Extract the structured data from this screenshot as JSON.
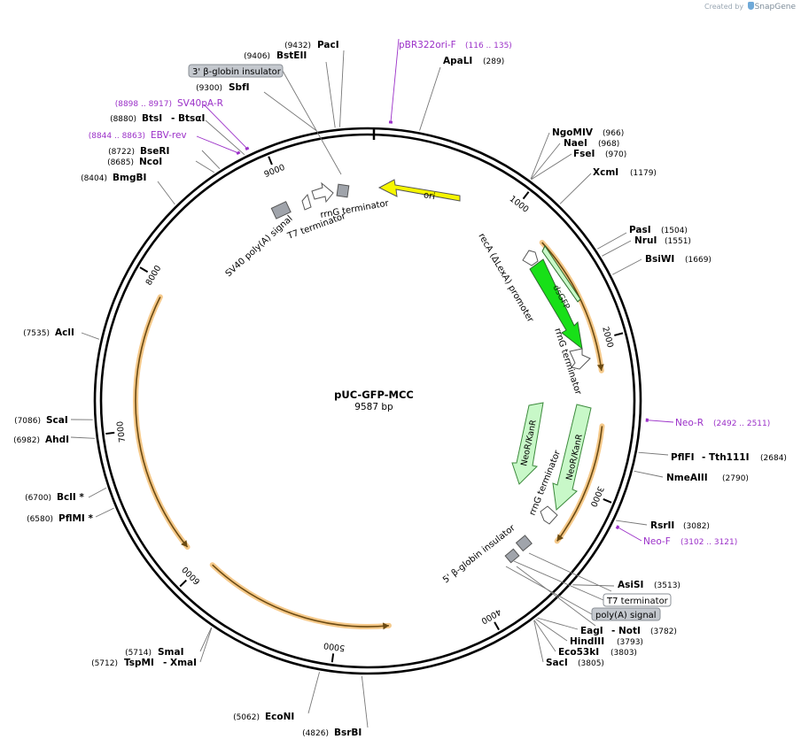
{
  "credit": {
    "prefix": "Created by",
    "brand": "SnapGene"
  },
  "plasmid": {
    "name": "pUC-GFP-MCC",
    "size_label": "9587 bp",
    "length": 9587
  },
  "colors": {
    "enzyme": "#000000",
    "primer": "#9b30c8",
    "ori": "#f6f600",
    "gfp": "#18e018",
    "neo": "#c8f8c8",
    "promoter": "#ffffff",
    "misc": "#a0a4ab",
    "orf": "#f0a020"
  },
  "ticks": [
    1000,
    2000,
    3000,
    4000,
    5000,
    6000,
    7000,
    8000,
    9000
  ],
  "enzymes": [
    {
      "pos": 9432,
      "name": "PacI",
      "coord": "(9432)"
    },
    {
      "pos": 9406,
      "name": "BstEII",
      "coord": "(9406)"
    },
    {
      "pos": 9300,
      "name": "SbfI",
      "coord": "(9300)"
    },
    {
      "pos": 8880,
      "name": "BtsI",
      "extra": "- BtsαI",
      "coord": "(8880)"
    },
    {
      "pos": 8722,
      "name": "BseRI",
      "coord": "(8722)"
    },
    {
      "pos": 8685,
      "name": "NcoI",
      "coord": "(8685)"
    },
    {
      "pos": 8404,
      "name": "BmgBI",
      "coord": "(8404)"
    },
    {
      "pos": 7535,
      "name": "AclI",
      "coord": "(7535)"
    },
    {
      "pos": 7086,
      "name": "ScaI",
      "coord": "(7086)"
    },
    {
      "pos": 6982,
      "name": "AhdI",
      "coord": "(6982)"
    },
    {
      "pos": 6700,
      "name": "BclI *",
      "coord": "(6700)"
    },
    {
      "pos": 6580,
      "name": "PflMI *",
      "coord": "(6580)"
    },
    {
      "pos": 5714,
      "name": "SmaI",
      "coord": "(5714)"
    },
    {
      "pos": 5712,
      "name": "TspMI",
      "extra": "- XmaI",
      "coord": "(5712)"
    },
    {
      "pos": 5062,
      "name": "EcoNI",
      "coord": "(5062)"
    },
    {
      "pos": 4826,
      "name": "BsrBI",
      "coord": "(4826)"
    },
    {
      "pos": 289,
      "name": "ApaLI",
      "coord": "(289)"
    },
    {
      "pos": 966,
      "name": "NgoMIV",
      "coord": "(966)"
    },
    {
      "pos": 968,
      "name": "NaeI",
      "coord": "(968)"
    },
    {
      "pos": 970,
      "name": "FseI",
      "coord": "(970)"
    },
    {
      "pos": 1179,
      "name": "XcmI",
      "coord": "(1179)"
    },
    {
      "pos": 1504,
      "name": "PasI",
      "coord": "(1504)"
    },
    {
      "pos": 1551,
      "name": "NruI",
      "coord": "(1551)"
    },
    {
      "pos": 1669,
      "name": "BsiWI",
      "coord": "(1669)"
    },
    {
      "pos": 2684,
      "name": "PflFI",
      "extra": "- Tth111I",
      "coord": "(2684)"
    },
    {
      "pos": 2790,
      "name": "NmeAIII",
      "coord": "(2790)"
    },
    {
      "pos": 3082,
      "name": "RsrII",
      "coord": "(3082)"
    },
    {
      "pos": 3513,
      "name": "AsiSI",
      "coord": "(3513)"
    },
    {
      "pos": 3782,
      "name": "EagI",
      "extra": "- NotI",
      "coord": "(3782)"
    },
    {
      "pos": 3793,
      "name": "HindIII",
      "coord": "(3793)"
    },
    {
      "pos": 3803,
      "name": "Eco53kI",
      "coord": "(3803)"
    },
    {
      "pos": 3805,
      "name": "SacI",
      "coord": "(3805)"
    }
  ],
  "primers": [
    {
      "start": 116,
      "end": 135,
      "name": "pBR322ori-F",
      "range": "(116 .. 135)"
    },
    {
      "start": 8898,
      "end": 8917,
      "name": "SV40pA-R",
      "range": "(8898 .. 8917)"
    },
    {
      "start": 8844,
      "end": 8863,
      "name": "EBV-rev",
      "range": "(8844 .. 8863)"
    },
    {
      "start": 2492,
      "end": 2511,
      "name": "Neo-R",
      "range": "(2492 .. 2511)"
    },
    {
      "start": 3102,
      "end": 3121,
      "name": "Neo-F",
      "range": "(3102 .. 3121)"
    }
  ],
  "boxed_labels": [
    {
      "name": "3' β-globin insulator",
      "style": "gray"
    },
    {
      "name": "T7 terminator",
      "style": "white"
    },
    {
      "name": "poly(A) signal",
      "style": "gray"
    }
  ],
  "features": [
    {
      "name": "ori",
      "kind": "ori"
    },
    {
      "name": "dsGFP",
      "kind": "gfp"
    },
    {
      "name": "NeoR/KanR",
      "kind": "neo",
      "copy": 1
    },
    {
      "name": "NeoR/KanR",
      "kind": "neo",
      "copy": 2
    },
    {
      "name": "recA (ΔLexA) promoter",
      "kind": "promoter"
    },
    {
      "name": "rrnG terminator",
      "kind": "terminator",
      "copy": 1
    },
    {
      "name": "rrnG terminator",
      "kind": "terminator",
      "copy": 2
    },
    {
      "name": "rrnG terminator",
      "kind": "terminator",
      "copy": 3
    },
    {
      "name": "T7 terminator",
      "kind": "terminator"
    },
    {
      "name": "SV40 poly(A) signal",
      "kind": "misc"
    },
    {
      "name": "5' β-globin insulator",
      "kind": "misc"
    }
  ]
}
